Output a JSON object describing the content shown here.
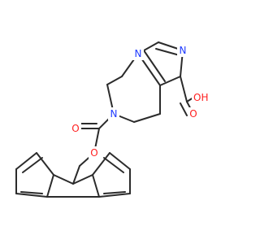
{
  "molecule": {
    "atoms": {
      "n_imidazole": {
        "symbol": "N",
        "color": "#1f3bff"
      },
      "n_bridge": {
        "symbol": "N",
        "color": "#1f3bff"
      },
      "n_carbamate": {
        "symbol": "N",
        "color": "#1f3bff"
      },
      "o_carbonyl": {
        "symbol": "O",
        "color": "#ff1f1f"
      },
      "o_ester": {
        "symbol": "O",
        "color": "#ff1f1f"
      },
      "oh_acid": {
        "symbol": "OH",
        "color": "#ff1f1f"
      },
      "o_acid": {
        "symbol": "O",
        "color": "#ff1f1f"
      }
    },
    "bond_color": "#2b2b2b"
  }
}
